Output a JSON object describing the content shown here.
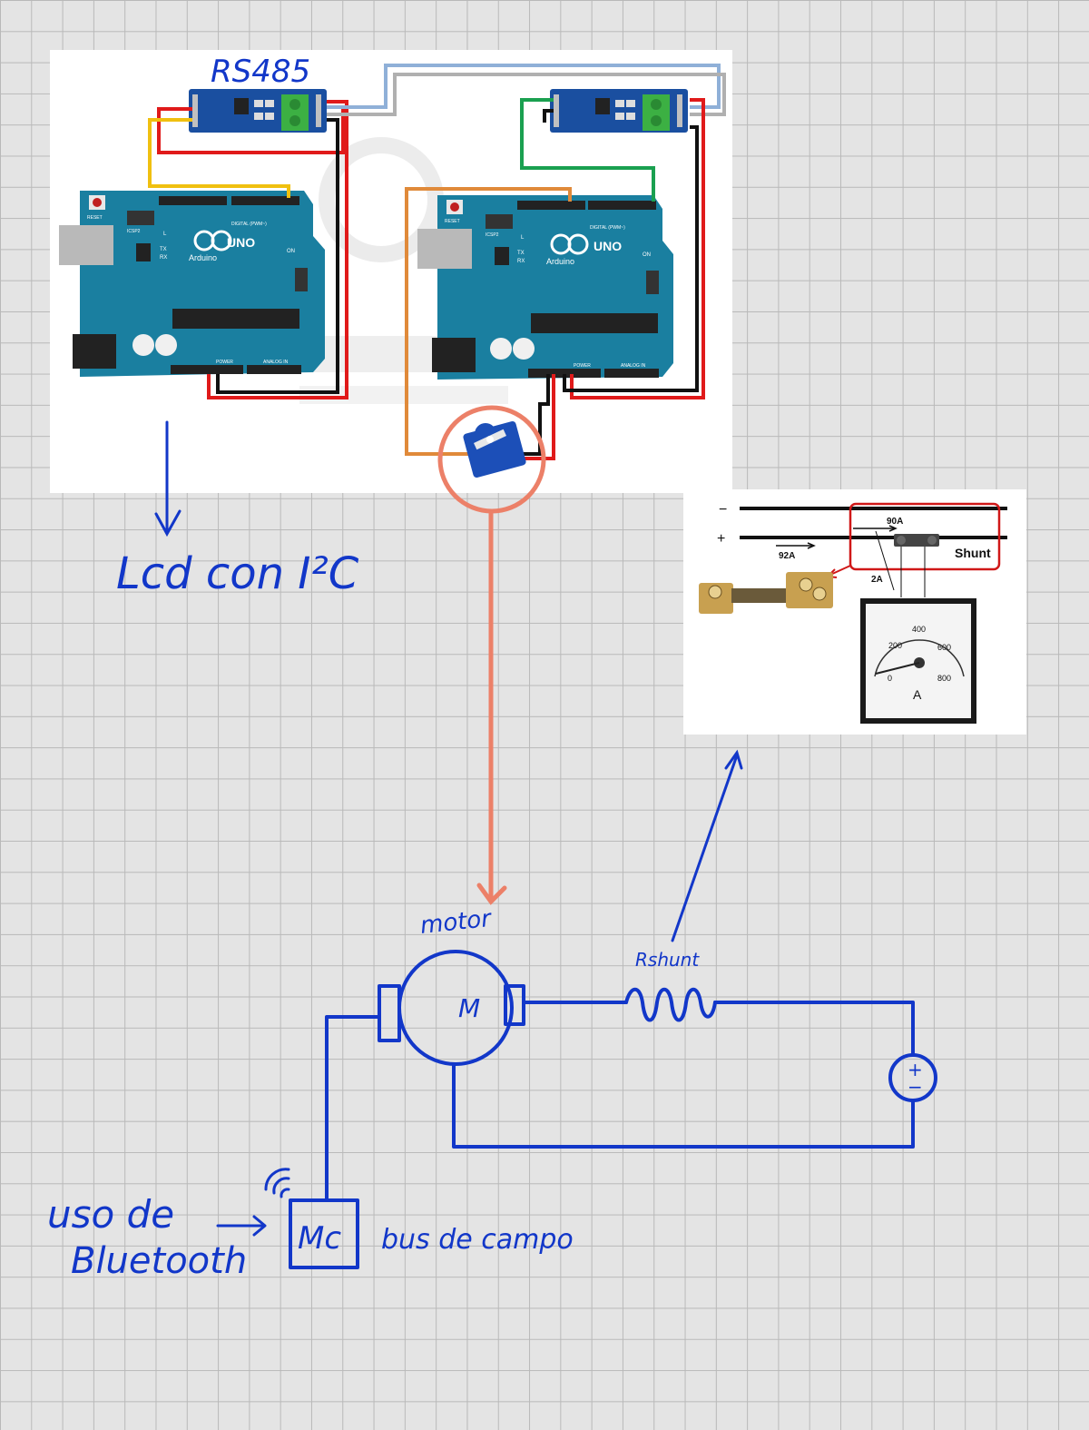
{
  "top_left": {
    "rs485_label": "RS485",
    "lcd_label": "Lcd con I²C",
    "arduino_logo_text": "UNO",
    "arduino_brand": "Arduino",
    "board_digital_label": "DIGITAL (PWM~)",
    "board_analog_label": "ANALOG IN",
    "board_power_label": "POWER",
    "board_icsp_label": "ICSP2",
    "board_reset_label": "RESET",
    "board_on_label": "ON",
    "board_tx_label": "TX",
    "board_rx_label": "RX",
    "board_l_label": "L"
  },
  "shunt_figure": {
    "minus": "−",
    "plus": "+",
    "current_total": "92A",
    "current_main": "90A",
    "current_meter": "2A",
    "shunt_label": "Shunt",
    "meter_ticks": [
      "0",
      "200",
      "400",
      "600",
      "800"
    ],
    "meter_unit": "A"
  },
  "circuit": {
    "motor_label": "motor",
    "motor_symbol": "M",
    "shunt_resistor_label": "Rshunt",
    "source_plus": "+",
    "source_minus": "−",
    "controller_label": "Mc",
    "bus_label": "bus de campo",
    "bluetooth_line1": "uso de",
    "bluetooth_line2": "Bluetooth"
  },
  "colors": {
    "ink_blue": "#1237c9",
    "arrow_salmon": "#ec8068",
    "board_teal": "#1a7fa0",
    "module_blue": "#1a4fa0",
    "wire_red": "#e01a1a",
    "wire_black": "#111111",
    "wire_yellow": "#f0c010",
    "wire_orange": "#e08a3a",
    "wire_green": "#1aa050",
    "wire_lightblue": "#8fb0d8",
    "shunt_box_red": "#d01818"
  }
}
